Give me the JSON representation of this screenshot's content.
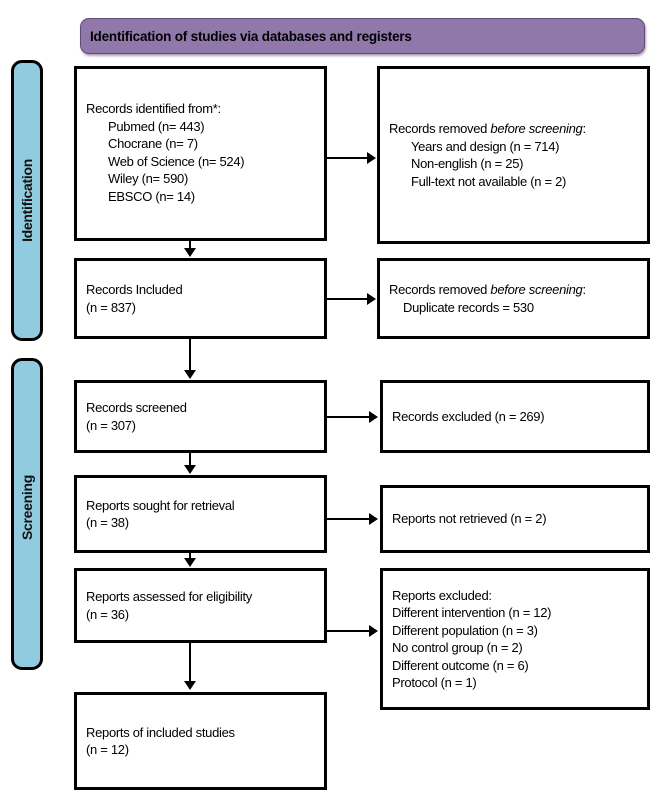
{
  "header": {
    "title": "Identification of studies via databases and registers",
    "background_color": "#9078ab"
  },
  "stages": [
    {
      "id": "identification",
      "label": "Identification",
      "color": "#90cbdf"
    },
    {
      "id": "screening",
      "label": "Screening",
      "color": "#90cbdf"
    }
  ],
  "boxes": {
    "identified": {
      "name": "records-identified-from",
      "title": "Records identified from*:",
      "sources": [
        "Pubmed (n= 443)",
        "Chocrane (n= 7)",
        "Web of Science (n= 524)",
        "Wiley (n= 590)",
        "EBSCO (n= 14)"
      ]
    },
    "removed_before": {
      "name": "records-removed-before-screening",
      "title_pre": "Records removed ",
      "title_em": "before screening",
      "title_post": ":",
      "reasons": [
        "Years and design (n = 714)",
        "Non-english (n = 25)",
        "Full-text not available (n = 2)"
      ]
    },
    "included": {
      "name": "records-included",
      "line1": "Records Included",
      "line2": "(n = 837)"
    },
    "removed_duplicates": {
      "name": "records-removed-duplicates",
      "title_pre": "Records removed ",
      "title_em": "before screening",
      "title_post": ":",
      "detail": "Duplicate records = 530"
    },
    "screened": {
      "name": "records-screened",
      "line1": "Records screened",
      "line2": "(n = 307)"
    },
    "excluded": {
      "name": "records-excluded",
      "line1": "Records excluded (n = 269)"
    },
    "sought": {
      "name": "reports-sought-for-retrieval",
      "line1": "Reports sought for retrieval",
      "line2": "(n = 38)"
    },
    "not_retrieved": {
      "name": "reports-not-retrieved",
      "line1": "Reports not retrieved (n = 2)"
    },
    "assessed": {
      "name": "reports-assessed-for-eligibility",
      "line1": "Reports assessed for eligibility",
      "line2": "(n = 36)"
    },
    "reports_excluded": {
      "name": "reports-excluded",
      "title": "Reports excluded:",
      "reasons": [
        "Different intervention (n = 12)",
        "Different population (n = 3)",
        "No control group (n = 2)",
        "Different outcome (n = 6)",
        "Protocol (n = 1)"
      ]
    },
    "final": {
      "name": "reports-of-included-studies",
      "line1": "Reports of included studies",
      "line2": "(n = 12)"
    }
  }
}
